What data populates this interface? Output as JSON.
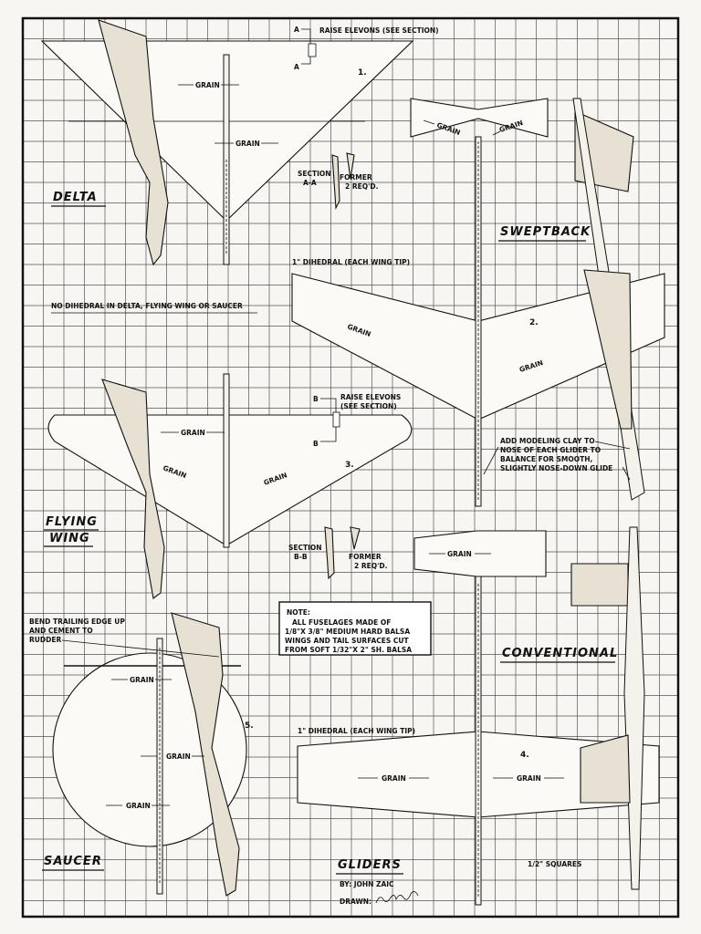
{
  "title": "GLIDERS",
  "author": "BY: JOHN ZAIC",
  "drawn_by": "DRAWN:",
  "scale_note": "1/2\" SQUARES",
  "general_note": "NO DIHEDRAL IN DELTA, FLYING WING OR SAUCER",
  "balance_note": [
    "ADD MODELING CLAY TO",
    "NOSE OF EACH GLIDER TO",
    "BALANCE FOR SMOOTH,",
    "SLIGHTLY NOSE-DOWN GLIDE"
  ],
  "material_note": {
    "heading": "NOTE:",
    "lines": [
      "ALL FUSELAGES MADE OF",
      "1/8\"X 3/8\" MEDIUM HARD BALSA",
      "WINGS AND TAIL SURFACES CUT",
      "FROM SOFT 1/32\"X 2\" SH. BALSA"
    ]
  },
  "grain_label": "GRAIN",
  "models": {
    "delta": {
      "name": "DELTA",
      "number": "1.",
      "elevon_note": "RAISE ELEVONS (SEE SECTION)",
      "section_marker": "A",
      "section_label": [
        "SECTION",
        "A-A"
      ],
      "former_label": [
        "FORMER",
        "2 REQ'D."
      ]
    },
    "sweptback": {
      "name": "SWEPTBACK",
      "number": "2.",
      "dihedral_note": "1\" DIHEDRAL (EACH WING TIP)"
    },
    "flying_wing": {
      "name_lines": [
        "FLYING",
        "WING"
      ],
      "number": "3.",
      "elevon_note": [
        "RAISE ELEVONS",
        "(SEE SECTION)"
      ],
      "section_marker": "B",
      "section_label": [
        "SECTION",
        "B-B"
      ],
      "former_label": [
        "FORMER",
        "2 REQ'D."
      ]
    },
    "conventional": {
      "name": "CONVENTIONAL",
      "number": "4.",
      "dihedral_note": "1\" DIHEDRAL (EACH WING TIP)"
    },
    "saucer": {
      "name": "SAUCER",
      "number": "5.",
      "rudder_note": [
        "BEND TRAILING EDGE UP",
        "AND CEMENT TO",
        "RUDDER"
      ]
    }
  }
}
